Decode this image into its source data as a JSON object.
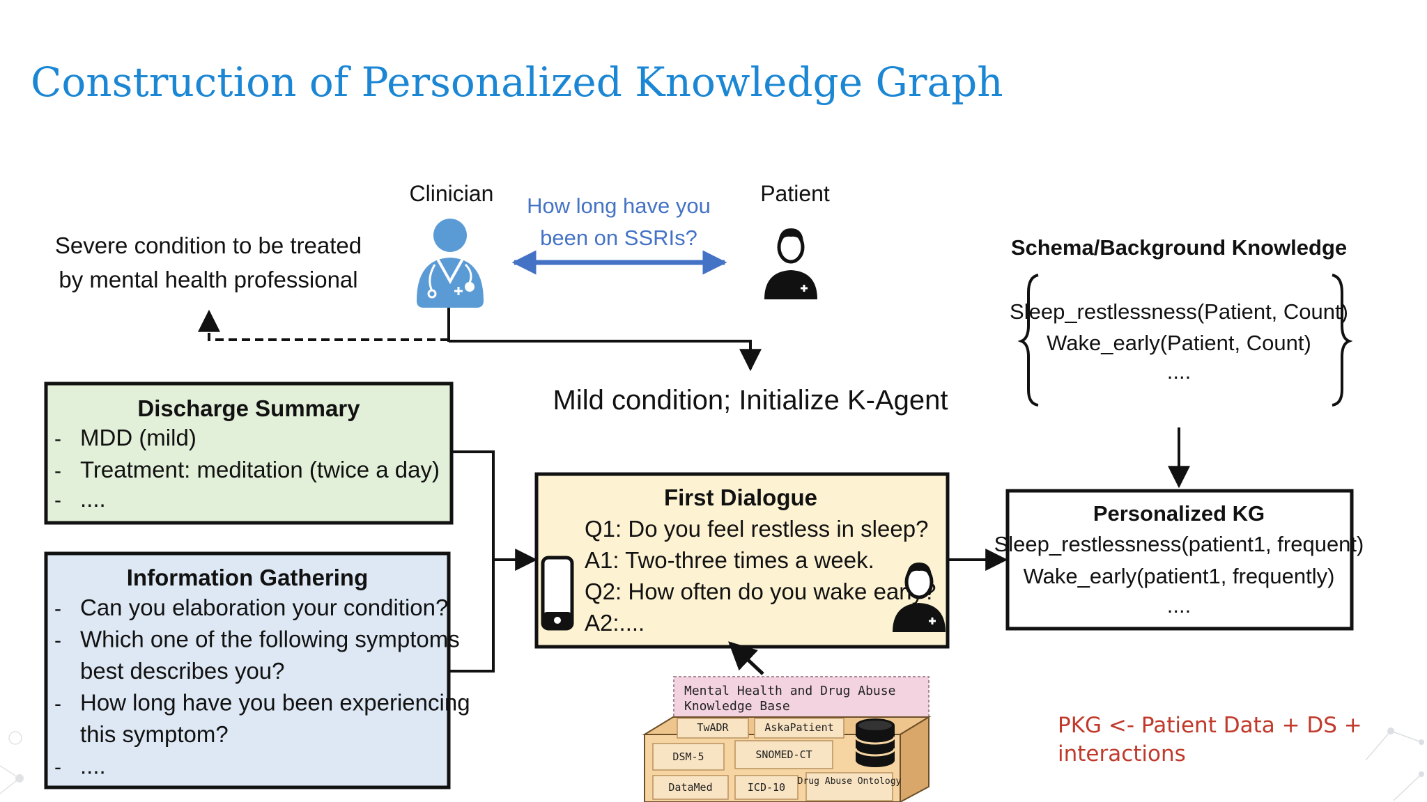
{
  "slide": {
    "title": "Construction of Personalized Knowledge Graph",
    "note_lines": [
      "PKG <- Patient Data + DS +",
      "interactions"
    ]
  },
  "colors": {
    "title": "#1a86d4",
    "note": "#c0392b",
    "discharge_fill": "#e2efd9",
    "info_fill": "#dde8f4",
    "dialogue_fill": "#fdf3d3",
    "kb_fill": "#f6d5a2",
    "kb_header_fill": "#f3d3df",
    "arrow_blue": "#4472c4",
    "icon_blue": "#5b9bd5"
  },
  "diagram": {
    "clinician_label": "Clinician",
    "patient_label": "Patient",
    "question_lines": [
      "How long have you",
      "been on SSRIs?"
    ],
    "severe_lines": [
      "Severe condition to be treated",
      "by mental health professional"
    ],
    "mild_label": "Mild condition; Initialize K-Agent",
    "discharge": {
      "title": "Discharge Summary",
      "items": [
        "MDD (mild)",
        "Treatment: meditation (twice a day)",
        "...."
      ]
    },
    "info": {
      "title": "Information Gathering",
      "item_lines": [
        {
          "bullet": "-",
          "text": "Can you elaboration your condition?"
        },
        {
          "bullet": "-",
          "text": "Which one of the following symptoms"
        },
        {
          "bullet": "",
          "text": "best describes you?"
        },
        {
          "bullet": "-",
          "text": "How long have you been experiencing"
        },
        {
          "bullet": "",
          "text": "this symptom?"
        },
        {
          "bullet": "-",
          "text": "...."
        }
      ]
    },
    "dialogue": {
      "title": "First Dialogue",
      "lines": [
        "Q1: Do you feel restless in sleep?",
        "A1: Two-three times a week.",
        "Q2: How often do you wake early?",
        "A2:...."
      ]
    },
    "schema": {
      "title": "Schema/Background Knowledge",
      "lines": [
        "Sleep_restlessness(Patient, Count)",
        "Wake_early(Patient, Count)",
        "...."
      ]
    },
    "pkg": {
      "title": "Personalized KG",
      "lines": [
        "Sleep_restlessness(patient1, frequent)",
        "Wake_early(patient1, frequently)",
        "...."
      ]
    },
    "kb": {
      "title_lines": [
        "Mental Health and Drug  Abuse",
        "Knowledge Base"
      ],
      "sources": [
        "TwADR",
        "AskaPatient",
        "DSM-5",
        "SNOMED-CT",
        "DataMed",
        "ICD-10",
        "Drug Abuse Ontology"
      ]
    }
  }
}
